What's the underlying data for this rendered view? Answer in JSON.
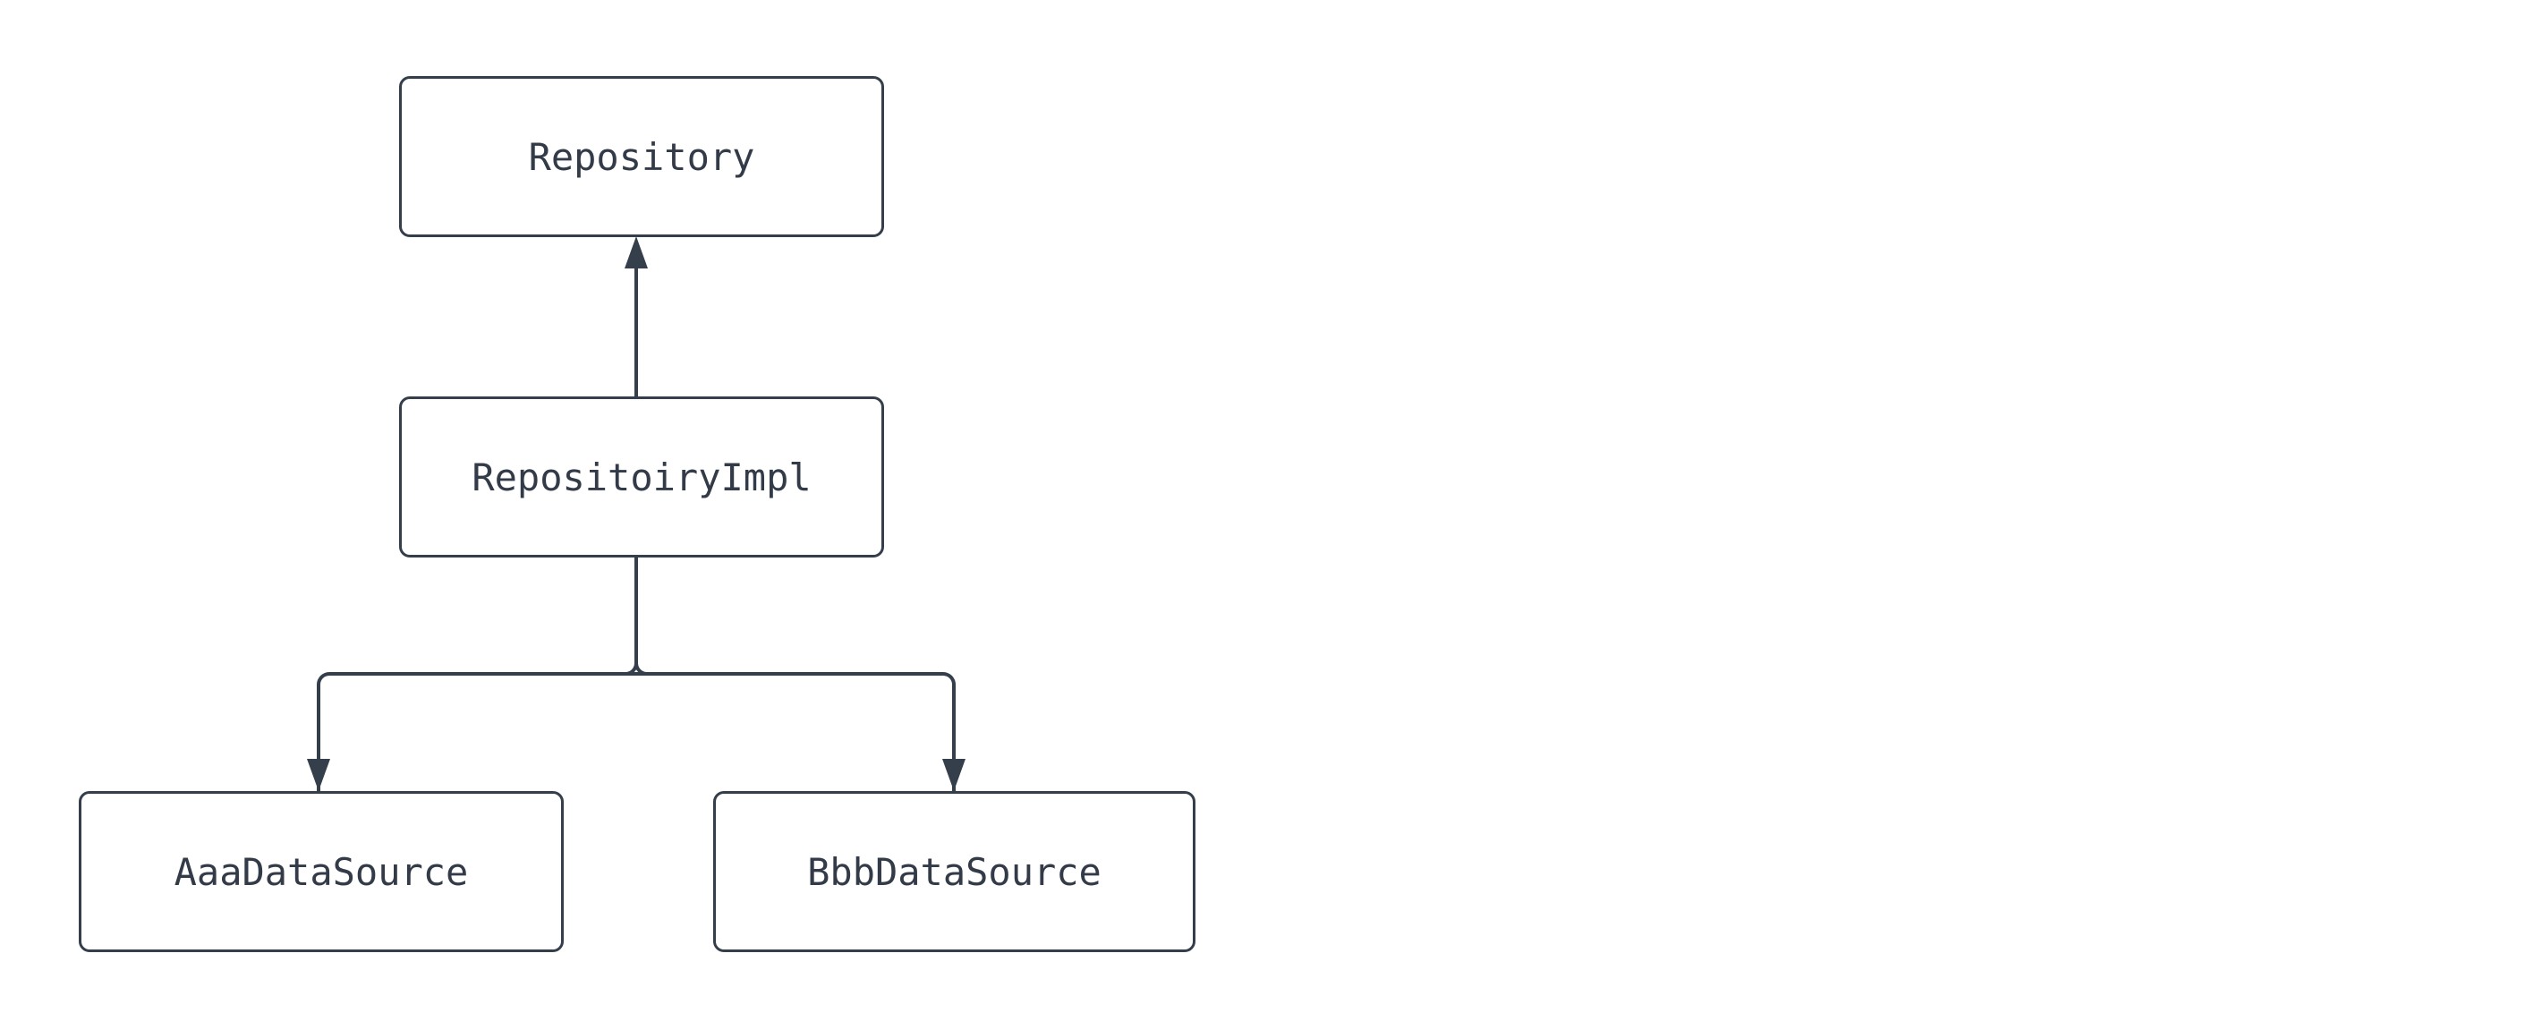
{
  "diagram": {
    "type": "flowchart",
    "background_color": "#ffffff",
    "node_fill_color": "#ffffff",
    "stroke_color": "#353e4b",
    "text_color": "#333b48",
    "nodes": [
      {
        "id": "repository",
        "label": "Repository"
      },
      {
        "id": "repositoiryimpl",
        "label": "RepositoiryImpl"
      },
      {
        "id": "aaadatasource",
        "label": "AaaDataSource"
      },
      {
        "id": "bbbdatasource",
        "label": "BbbDataSource"
      }
    ],
    "edges": [
      {
        "from": "repositoiryimpl",
        "to": "repository",
        "direction": "up"
      },
      {
        "from": "repositoiryimpl",
        "to": "aaadatasource",
        "direction": "down"
      },
      {
        "from": "repositoiryimpl",
        "to": "bbbdatasource",
        "direction": "down"
      }
    ]
  }
}
